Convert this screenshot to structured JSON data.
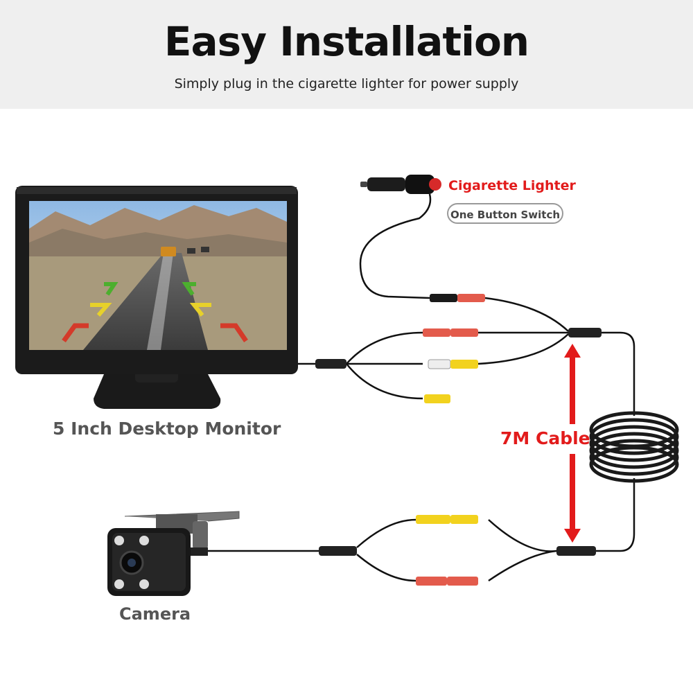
{
  "header": {
    "title": "Easy Installation",
    "subtitle": "Simply plug in the cigarette lighter for power supply"
  },
  "labels": {
    "cigarette_lighter": "Cigarette Lighter",
    "one_button_switch": "One Button Switch",
    "monitor": "5 Inch Desktop Monitor",
    "cable": "7M  Cable",
    "camera": "Camera"
  },
  "colors": {
    "accent_red": "#e21b1b",
    "label_gray": "#555555",
    "connector_red": "#e35b4c",
    "connector_yellow": "#f2d21e",
    "cable_black": "#111111"
  },
  "icons": [
    "monitor-icon",
    "cigarette-lighter-plug-icon",
    "camera-icon",
    "cable-coil-icon",
    "double-arrow-icon"
  ]
}
